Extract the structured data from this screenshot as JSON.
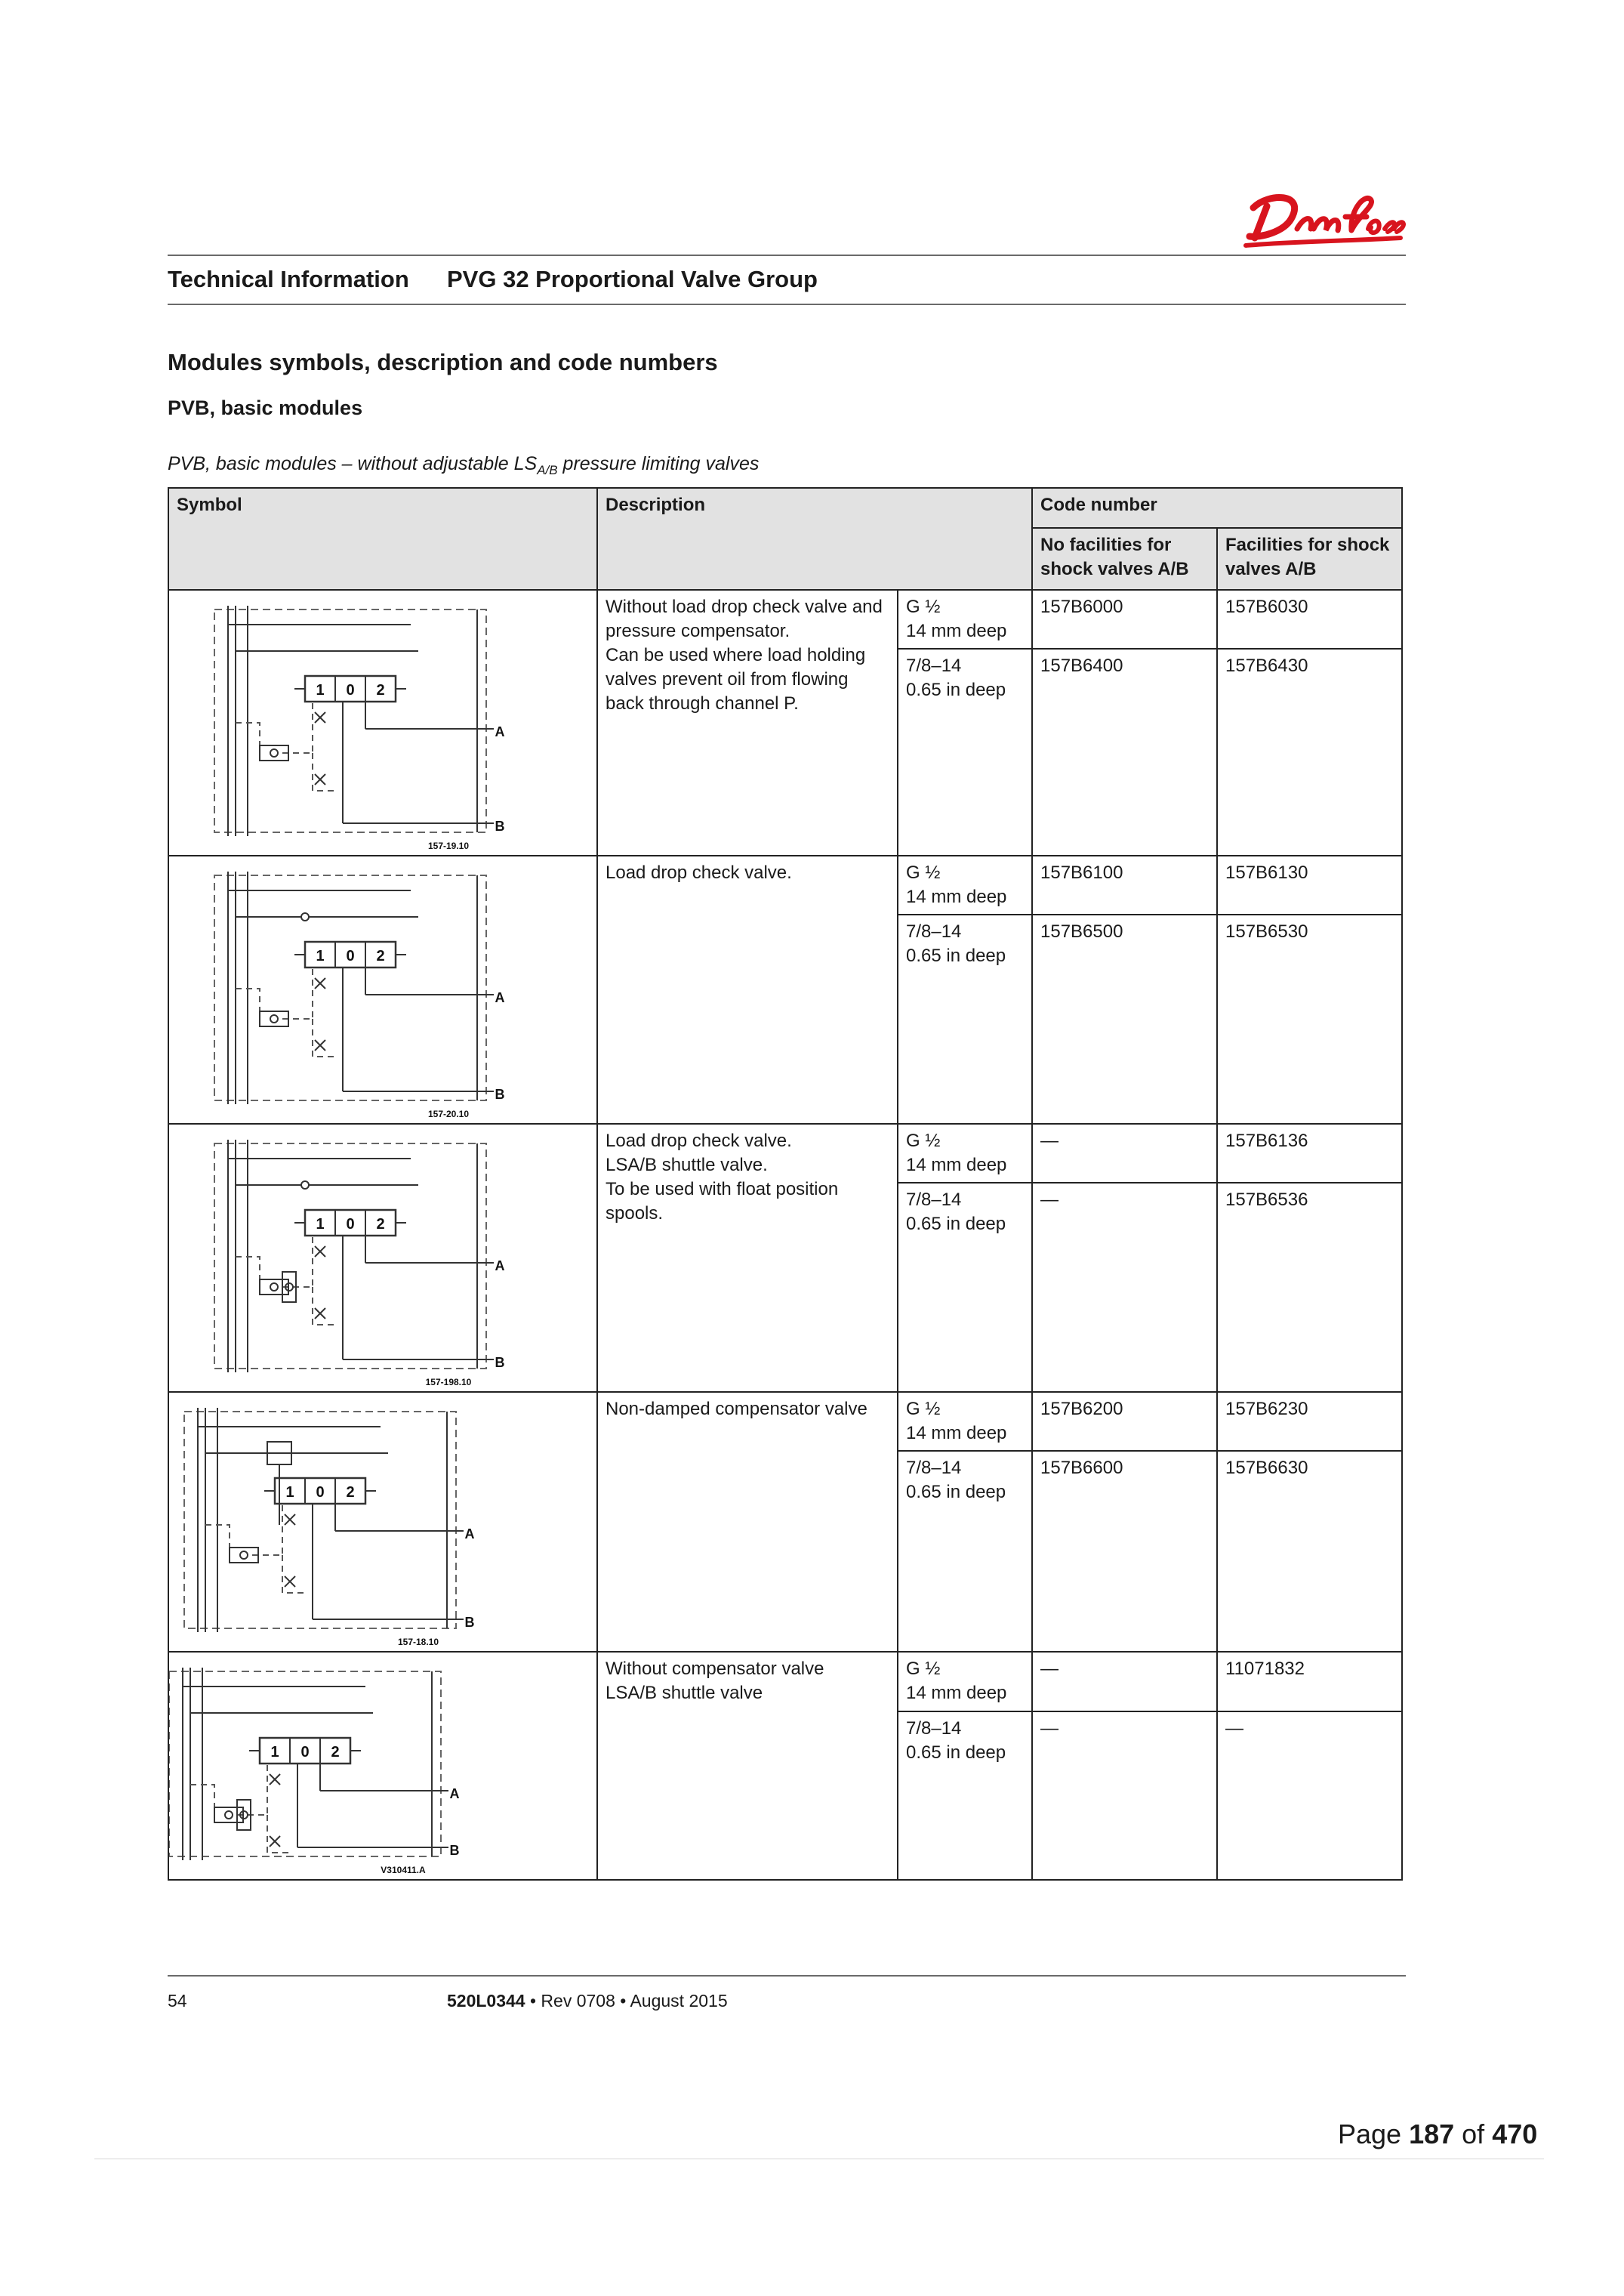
{
  "header": {
    "brand": "Danfoss",
    "left": "Technical Information",
    "right": "PVG 32 Proportional Valve Group"
  },
  "section_title": "Modules symbols, description and code numbers",
  "subsection_title": "PVB, basic modules",
  "caption": {
    "pre": "PVB, basic modules – without adjustable LS",
    "sub": "A/B",
    "post": " pressure limiting valves"
  },
  "table": {
    "head": {
      "symbol": "Symbol",
      "description": "Description",
      "code_number": "Code number",
      "no_facilities": "No facilities for shock valves A/B",
      "facilities": "Facilities for shock valves A/B"
    },
    "modules": [
      {
        "diagram_id": "157-19.10",
        "description": "Without load drop check valve and pressure compensator.\nCan be used where load holding valves prevent oil from flowing back through channel P.",
        "rows": [
          {
            "port": "G ½\n14 mm deep",
            "no": "157B6000",
            "fac": "157B6030"
          },
          {
            "port": "7/8–14\n0.65 in deep",
            "no": "157B6400",
            "fac": "157B6430"
          }
        ]
      },
      {
        "diagram_id": "157-20.10",
        "description": "Load drop check valve.",
        "rows": [
          {
            "port": "G ½\n14 mm deep",
            "no": "157B6100",
            "fac": "157B6130"
          },
          {
            "port": "7/8–14\n0.65 in deep",
            "no": "157B6500",
            "fac": "157B6530"
          }
        ]
      },
      {
        "diagram_id": "157-198.10",
        "description": "Load drop check valve.\nLSA/B shuttle valve.\nTo be used with float position spools.",
        "rows": [
          {
            "port": "G ½\n14 mm deep",
            "no": "—",
            "fac": "157B6136"
          },
          {
            "port": "7/8–14\n0.65 in deep",
            "no": "—",
            "fac": "157B6536"
          }
        ]
      },
      {
        "diagram_id": "157-18.10",
        "description": "Non-damped compensator valve",
        "rows": [
          {
            "port": "G ½\n14 mm deep",
            "no": "157B6200",
            "fac": "157B6230"
          },
          {
            "port": "7/8–14\n0.65 in deep",
            "no": "157B6600",
            "fac": "157B6630"
          }
        ]
      },
      {
        "diagram_id": "V310411.A",
        "description": "Without compensator valve\nLSA/B shuttle valve",
        "rows": [
          {
            "port": "G ½\n14 mm deep",
            "no": "—",
            "fac": "11071832"
          },
          {
            "port": "7/8–14\n0.65 in deep",
            "no": "—",
            "fac": "—"
          }
        ]
      }
    ]
  },
  "diagram_labels": {
    "pos1": "1",
    "pos0": "0",
    "pos2": "2",
    "portA": "A",
    "portB": "B"
  },
  "footer": {
    "page_number": "54",
    "doc_code": "520L0344",
    "doc_rest": " • Rev 0708 • August 2015"
  },
  "pagebar": {
    "prefix": "Page ",
    "current": "187",
    "mid": " of ",
    "total": "470"
  }
}
